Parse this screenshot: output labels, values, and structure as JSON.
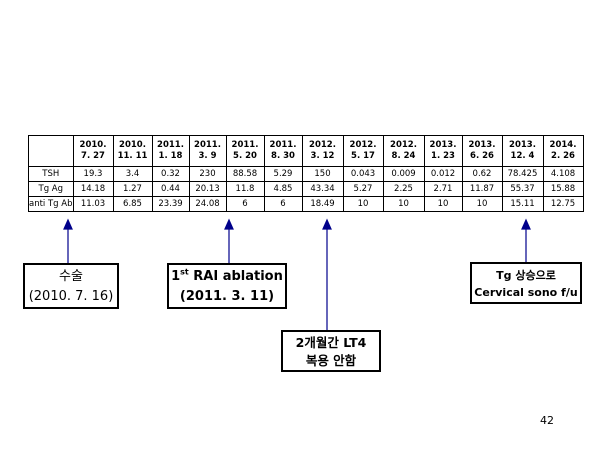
{
  "table": {
    "dates": [
      "2010.\n7. 27",
      "2010.\n11. 11",
      "2011.\n1. 18",
      "2011.\n3. 9",
      "2011.\n5. 20",
      "2011.\n8. 30",
      "2012.\n3. 12",
      "2012.\n5. 17",
      "2012.\n8. 24",
      "2013.\n1. 23",
      "2013.\n6. 26",
      "2013.\n12. 4",
      "2014.\n2. 26"
    ],
    "rows": [
      {
        "label": "TSH",
        "values": [
          "19.3",
          "3.4",
          "0.32",
          "230",
          "88.58",
          "5.29",
          "150",
          "0.043",
          "0.009",
          "0.012",
          "0.62",
          "78.425",
          "4.108"
        ]
      },
      {
        "label": "Tg Ag",
        "values": [
          "14.18",
          "1.27",
          "0.44",
          "20.13",
          "11.8",
          "4.85",
          "43.34",
          "5.27",
          "2.25",
          "2.71",
          "11.87",
          "55.37",
          "15.88"
        ]
      },
      {
        "label": "anti Tg Ab",
        "values": [
          "11.03",
          "6.85",
          "23.39",
          "24.08",
          "6",
          "6",
          "18.49",
          "10",
          "10",
          "10",
          "10",
          "15.11",
          "12.75"
        ]
      }
    ]
  },
  "annotations": {
    "surgery": {
      "line1": "수술",
      "line2": "(2010. 7. 16)"
    },
    "rai": {
      "prefix": "1",
      "sup": "st",
      "rest": " RAI ablation",
      "line2": "(2011. 3. 11)"
    },
    "lt4": {
      "line1": "2개월간 LT4",
      "line2": "복용 안함"
    },
    "tg_rise": {
      "line1": "Tg 상승으로",
      "line2": "Cervical sono f/u"
    }
  },
  "page_number": "42"
}
